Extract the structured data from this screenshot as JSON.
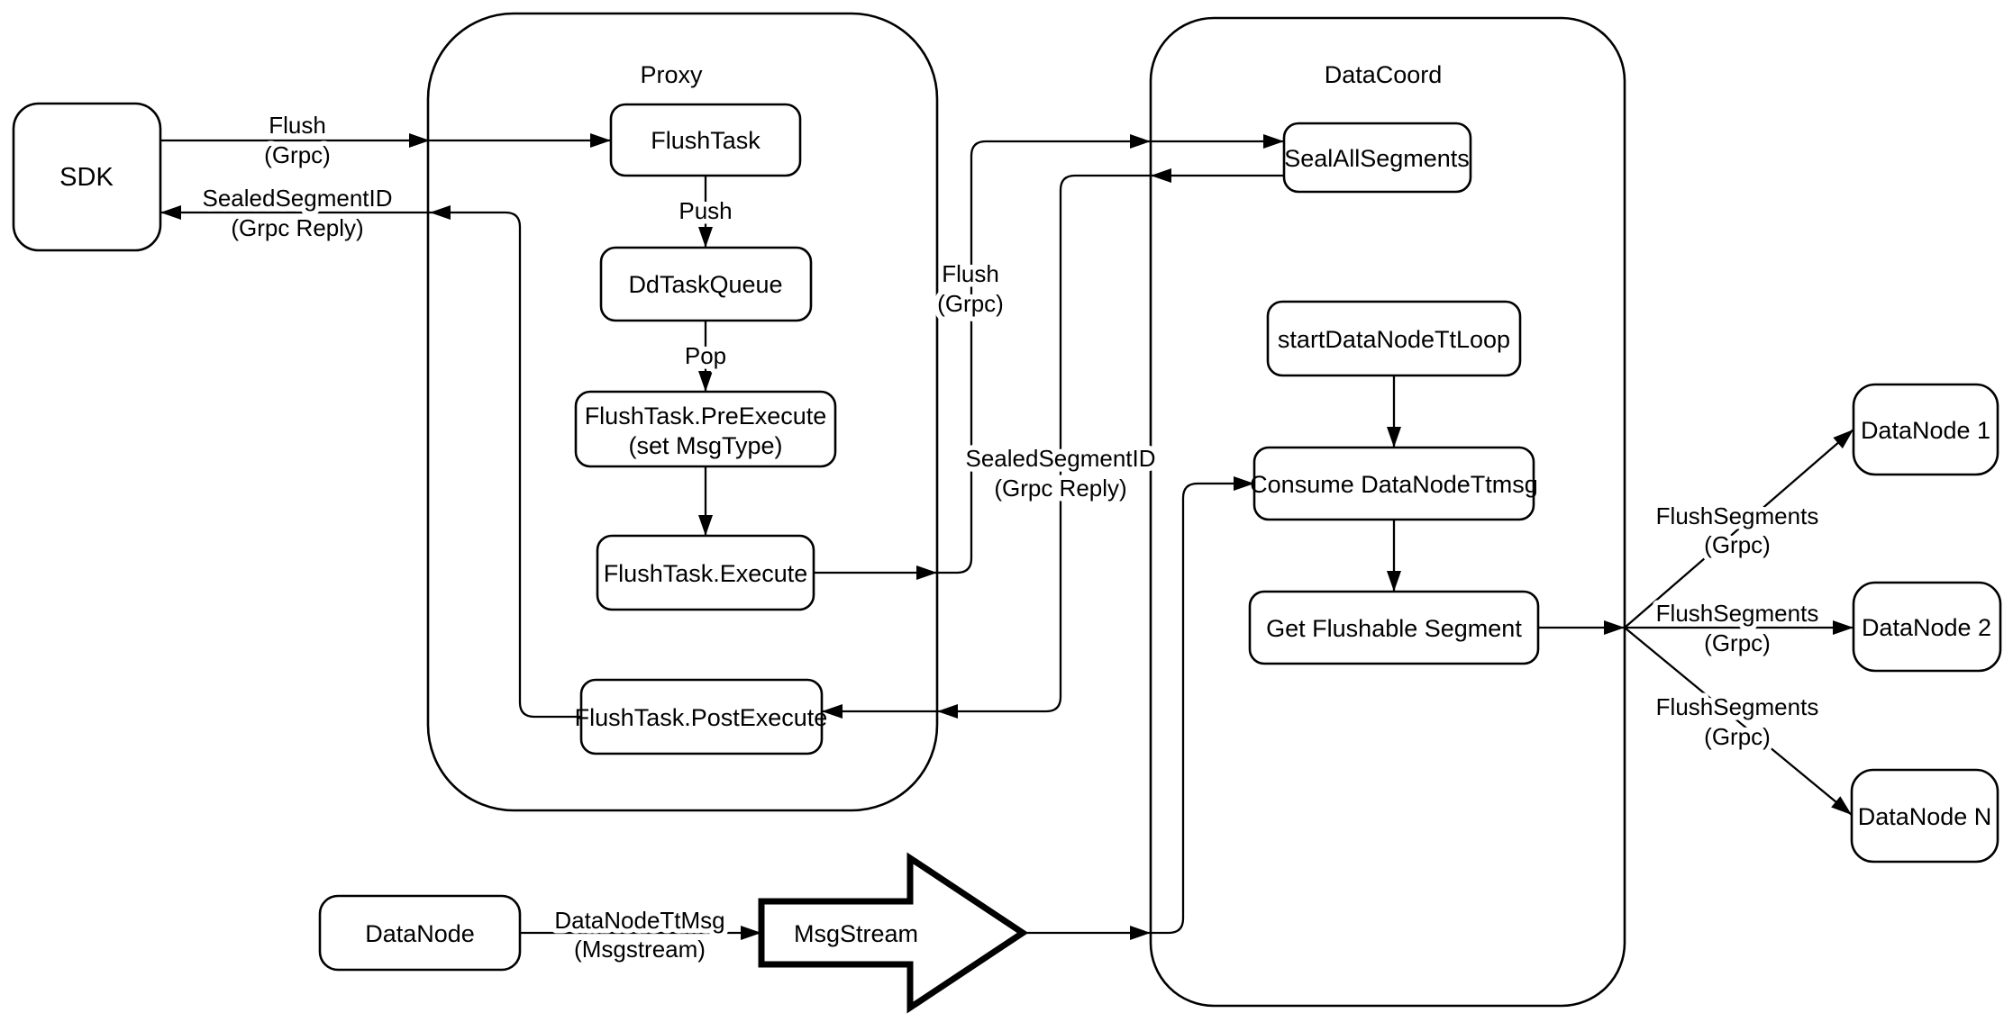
{
  "containers": {
    "proxy": {
      "title": "Proxy"
    },
    "datacoord": {
      "title": "DataCoord"
    }
  },
  "nodes": {
    "sdk": {
      "label": "SDK"
    },
    "flushtask": {
      "label": "FlushTask"
    },
    "ddtaskqueue": {
      "label": "DdTaskQueue"
    },
    "preexecute": {
      "label": "FlushTask.PreExecute",
      "label2": "(set MsgType)"
    },
    "execute": {
      "label": "FlushTask.Execute"
    },
    "postexecute": {
      "label": "FlushTask.PostExecute"
    },
    "sealallsegments": {
      "label": "SealAllSegments"
    },
    "startdatanodettloop": {
      "label": "startDataNodeTtLoop"
    },
    "consumedatanodettmsg": {
      "label": "Consume DataNodeTtmsg"
    },
    "getflushablesegment": {
      "label": "Get Flushable Segment"
    },
    "datanode1": {
      "label": "DataNode 1"
    },
    "datanode2": {
      "label": "DataNode 2"
    },
    "datanoden": {
      "label": "DataNode N"
    },
    "datanode": {
      "label": "DataNode"
    },
    "msgstream": {
      "label": "MsgStream"
    }
  },
  "edge_labels": {
    "flush_sdk": {
      "line1": "Flush",
      "line2": "(Grpc)"
    },
    "sealed_sdk": {
      "line1": "SealedSegmentID",
      "line2": "(Grpc Reply)"
    },
    "push": {
      "line1": "Push"
    },
    "pop": {
      "line1": "Pop"
    },
    "flush_dc": {
      "line1": "Flush",
      "line2": "(Grpc)"
    },
    "sealed_dc": {
      "line1": "SealedSegmentID",
      "line2": "(Grpc Reply)"
    },
    "flushseg1": {
      "line1": "FlushSegments",
      "line2": "(Grpc)"
    },
    "flushseg2": {
      "line1": "FlushSegments",
      "line2": "(Grpc)"
    },
    "flushseg3": {
      "line1": "FlushSegments",
      "line2": "(Grpc)"
    },
    "datanodettmsg": {
      "line1": "DataNodeTtMsg",
      "line2": "(Msgstream)"
    }
  },
  "colors": {
    "stroke": "#000000",
    "background": "#ffffff",
    "node_fill": "#ffffff"
  }
}
